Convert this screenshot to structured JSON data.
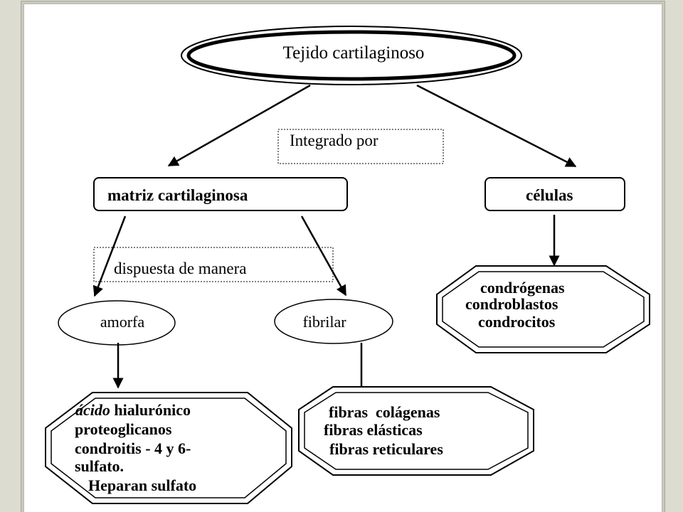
{
  "root": {
    "label": "Tejido cartilaginoso"
  },
  "root_link_label": "Integrado por",
  "branches": {
    "matrix": {
      "label": "matriz cartilaginosa"
    },
    "cells": {
      "label": "células"
    }
  },
  "matrix_link_label": "dispuesta de manera",
  "matrix_types": {
    "amorphous": {
      "label": "amorfa"
    },
    "fibrillar": {
      "label": "fibrilar"
    }
  },
  "cell_types": [
    "condrógenas",
    "condroblastos",
    "condrocitos"
  ],
  "amorphous_components": {
    "italic_word": "ácido",
    "first_rest": " hialurónico",
    "lines": [
      "proteoglicanos",
      "condroitis - 4 y 6-",
      "sulfato.",
      "Heparan sulfato"
    ]
  },
  "fibrillar_components": [
    "fibras  colágenas",
    "fibras elásticas",
    "fibras reticulares"
  ]
}
